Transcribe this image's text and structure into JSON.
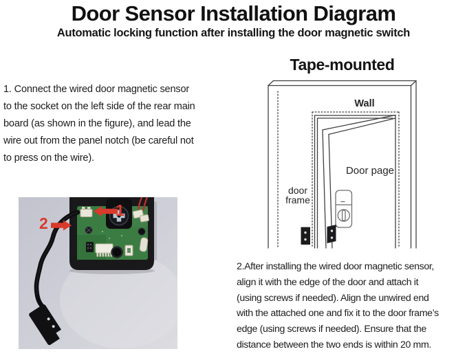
{
  "header": {
    "title": "Door Sensor Installation Diagram",
    "subtitle": "Automatic locking function after installing the door magnetic switch"
  },
  "step1": {
    "lines": [
      "1. Connect the wired door magnetic sensor",
      "to the socket on the left side of the rear main",
      "board (as shown in the figure), and lead the",
      "wire out from the panel notch (be careful not",
      "to press on the wire)."
    ]
  },
  "step2": {
    "lines": [
      "2.After installing the wired door magnetic sensor,",
      "align it with the edge of the door and attach it",
      "(using screws if needed). Align the unwired end",
      "with the attached one and fix it to the door frame’s",
      "edge (using screws if needed). Ensure that the",
      "distance between the two ends is within 20 mm."
    ]
  },
  "diagram": {
    "heading": "Tape-mounted",
    "labels": {
      "wall": "Wall",
      "door_page": "Door page",
      "door_frame_line1": "door",
      "door_frame_line2": "frame"
    }
  },
  "photo": {
    "callout_1": "1",
    "callout_2": "2"
  },
  "colors": {
    "accent_red": "#d93a2b",
    "pcb_green": "#3b7c42",
    "photo_background": "#c9cad3",
    "diagram_line": "#3f3f3f",
    "text": "#1a1a1a"
  }
}
